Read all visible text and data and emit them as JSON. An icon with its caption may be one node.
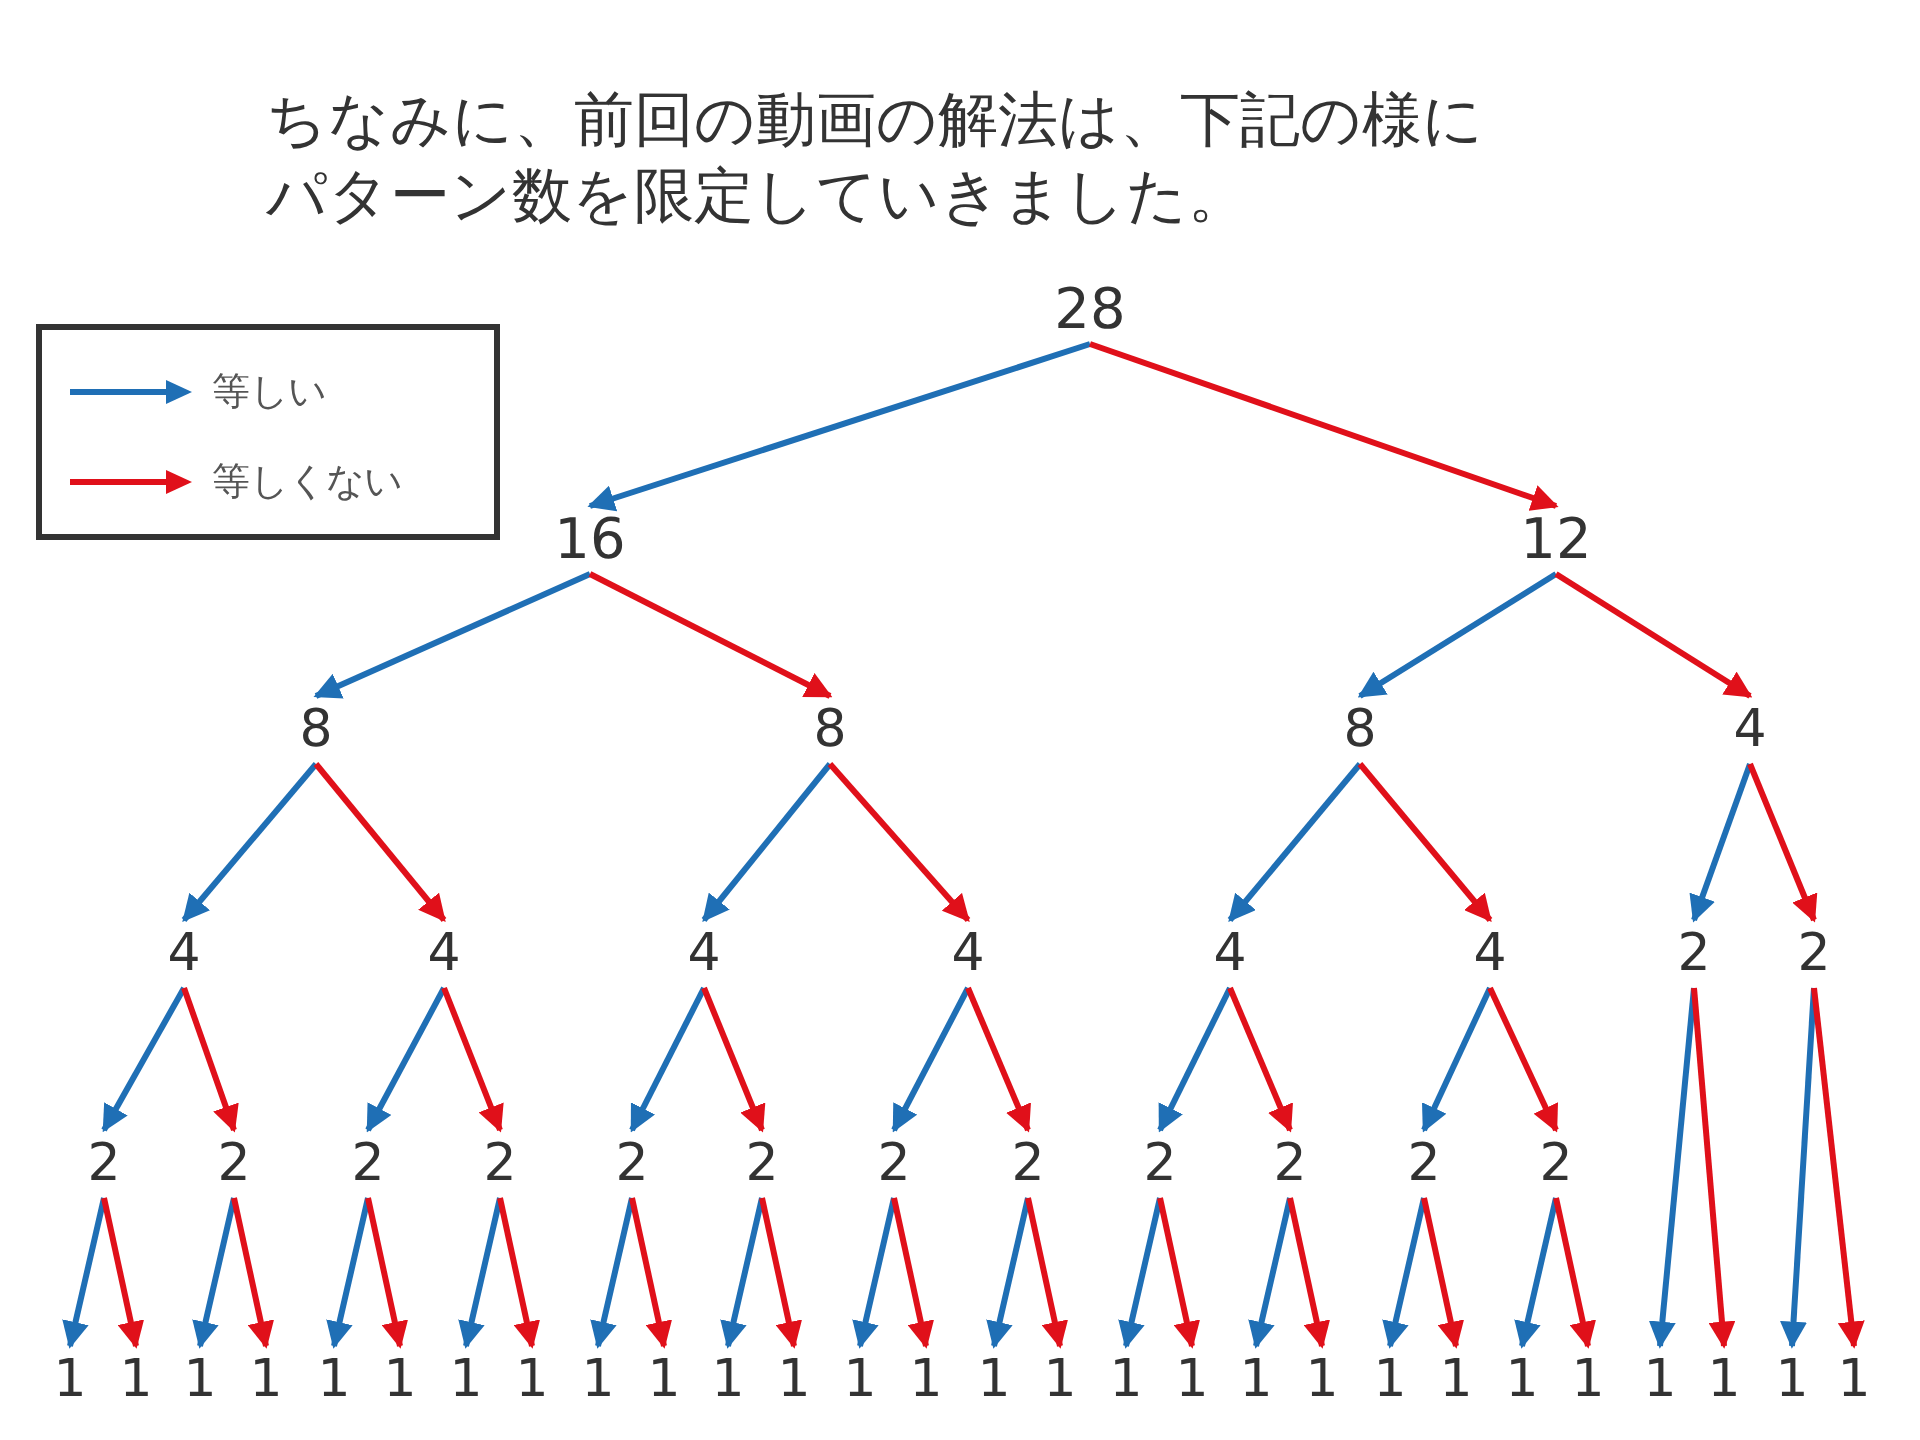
{
  "diagram": {
    "title": "ちなみに、前回の動画の解法は、下記の様にパターン数を限定していきました。",
    "nodes": [
      {
        "text": [
          "28"
        ]
      },
      {
        "text": [
          "16"
        ]
      },
      {
        "text": [
          "12"
        ]
      },
      {
        "text": [
          "8"
        ]
      },
      {
        "text": [
          "8"
        ]
      },
      {
        "text": [
          "8"
        ]
      },
      {
        "text": [
          "4"
        ]
      },
      {
        "text": [
          "4"
        ]
      },
      {
        "text": [
          "4"
        ]
      },
      {
        "text": [
          "4"
        ]
      },
      {
        "text": [
          "4"
        ]
      },
      {
        "text": [
          "4"
        ]
      },
      {
        "text": [
          "4"
        ]
      },
      {
        "text": [
          "2"
        ]
      },
      {
        "text": [
          "2"
        ]
      },
      {
        "text": [
          "2"
        ]
      },
      {
        "text": [
          "2"
        ]
      },
      {
        "text": [
          "2"
        ]
      },
      {
        "text": [
          "2"
        ]
      },
      {
        "text": [
          "2"
        ]
      },
      {
        "text": [
          "2"
        ]
      },
      {
        "text": [
          "2"
        ]
      },
      {
        "text": [
          "2"
        ]
      },
      {
        "text": [
          "2"
        ]
      },
      {
        "text": [
          "2"
        ]
      },
      {
        "text": [
          "2"
        ]
      },
      {
        "text": [
          "2"
        ]
      },
      {
        "text": [
          "1"
        ]
      },
      {
        "text": [
          "1"
        ]
      },
      {
        "text": [
          "1"
        ]
      },
      {
        "text": [
          "1"
        ]
      },
      {
        "text": [
          "1"
        ]
      },
      {
        "text": [
          "1"
        ]
      },
      {
        "text": [
          "1"
        ]
      },
      {
        "text": [
          "1"
        ]
      },
      {
        "text": [
          "1"
        ]
      },
      {
        "text": [
          "1"
        ]
      },
      {
        "text": [
          "1"
        ]
      },
      {
        "text": [
          "1"
        ]
      },
      {
        "text": [
          "1"
        ]
      },
      {
        "text": [
          "1"
        ]
      },
      {
        "text": [
          "1"
        ]
      },
      {
        "text": [
          "1"
        ]
      },
      {
        "text": [
          "1"
        ]
      },
      {
        "text": [
          "1"
        ]
      },
      {
        "text": [
          "1"
        ]
      },
      {
        "text": [
          "1"
        ]
      },
      {
        "text": [
          "1"
        ]
      },
      {
        "text": [
          "1"
        ]
      },
      {
        "text": [
          "1"
        ]
      },
      {
        "text": [
          "1"
        ]
      },
      {
        "text": [
          "1"
        ]
      },
      {
        "text": [
          "1"
        ]
      },
      {
        "text": [
          "1"
        ]
      },
      {
        "text": [
          "1"
        ]
      }
    ],
    "edges": [
      {
        "from": 0,
        "to": 1,
        "arrow": "to",
        "color": "#1f6fb5"
      },
      {
        "from": 0,
        "to": 2,
        "arrow": "to",
        "color": "#e0101a"
      },
      {
        "from": 1,
        "to": 3,
        "arrow": "to",
        "color": "#1f6fb5"
      },
      {
        "from": 1,
        "to": 4,
        "arrow": "to",
        "color": "#e0101a"
      },
      {
        "from": 2,
        "to": 5,
        "arrow": "to",
        "color": "#1f6fb5"
      },
      {
        "from": 2,
        "to": 6,
        "arrow": "to",
        "color": "#e0101a"
      },
      {
        "from": 3,
        "to": 7,
        "arrow": "to",
        "color": "#1f6fb5"
      },
      {
        "from": 3,
        "to": 8,
        "arrow": "to",
        "color": "#e0101a"
      },
      {
        "from": 4,
        "to": 9,
        "arrow": "to",
        "color": "#1f6fb5"
      },
      {
        "from": 4,
        "to": 10,
        "arrow": "to",
        "color": "#e0101a"
      },
      {
        "from": 5,
        "to": 11,
        "arrow": "to",
        "color": "#1f6fb5"
      },
      {
        "from": 5,
        "to": 12,
        "arrow": "to",
        "color": "#e0101a"
      },
      {
        "from": 6,
        "to": 13,
        "arrow": "to",
        "color": "#1f6fb5"
      },
      {
        "from": 6,
        "to": 14,
        "arrow": "to",
        "color": "#e0101a"
      },
      {
        "from": 7,
        "to": 15,
        "arrow": "to",
        "color": "#1f6fb5"
      },
      {
        "from": 7,
        "to": 16,
        "arrow": "to",
        "color": "#e0101a"
      },
      {
        "from": 8,
        "to": 17,
        "arrow": "to",
        "color": "#1f6fb5"
      },
      {
        "from": 8,
        "to": 18,
        "arrow": "to",
        "color": "#e0101a"
      },
      {
        "from": 9,
        "to": 19,
        "arrow": "to",
        "color": "#1f6fb5"
      },
      {
        "from": 9,
        "to": 20,
        "arrow": "to",
        "color": "#e0101a"
      },
      {
        "from": 10,
        "to": 21,
        "arrow": "to",
        "color": "#1f6fb5"
      },
      {
        "from": 10,
        "to": 22,
        "arrow": "to",
        "color": "#e0101a"
      },
      {
        "from": 11,
        "to": 23,
        "arrow": "to",
        "color": "#1f6fb5"
      },
      {
        "from": 11,
        "to": 24,
        "arrow": "to",
        "color": "#e0101a"
      },
      {
        "from": 12,
        "to": 25,
        "arrow": "to",
        "color": "#1f6fb5"
      },
      {
        "from": 12,
        "to": 26,
        "arrow": "to",
        "color": "#e0101a"
      },
      {
        "from": 15,
        "to": 27,
        "arrow": "to",
        "color": "#1f6fb5"
      },
      {
        "from": 15,
        "to": 28,
        "arrow": "to",
        "color": "#e0101a"
      },
      {
        "from": 16,
        "to": 29,
        "arrow": "to",
        "color": "#1f6fb5"
      },
      {
        "from": 16,
        "to": 30,
        "arrow": "to",
        "color": "#e0101a"
      },
      {
        "from": 17,
        "to": 31,
        "arrow": "to",
        "color": "#1f6fb5"
      },
      {
        "from": 17,
        "to": 32,
        "arrow": "to",
        "color": "#e0101a"
      },
      {
        "from": 18,
        "to": 33,
        "arrow": "to",
        "color": "#1f6fb5"
      },
      {
        "from": 18,
        "to": 34,
        "arrow": "to",
        "color": "#e0101a"
      },
      {
        "from": 19,
        "to": 35,
        "arrow": "to",
        "color": "#1f6fb5"
      },
      {
        "from": 19,
        "to": 36,
        "arrow": "to",
        "color": "#e0101a"
      },
      {
        "from": 20,
        "to": 37,
        "arrow": "to",
        "color": "#1f6fb5"
      },
      {
        "from": 20,
        "to": 38,
        "arrow": "to",
        "color": "#e0101a"
      },
      {
        "from": 21,
        "to": 39,
        "arrow": "to",
        "color": "#1f6fb5"
      },
      {
        "from": 21,
        "to": 40,
        "arrow": "to",
        "color": "#e0101a"
      },
      {
        "from": 22,
        "to": 41,
        "arrow": "to",
        "color": "#1f6fb5"
      },
      {
        "from": 22,
        "to": 42,
        "arrow": "to",
        "color": "#e0101a"
      },
      {
        "from": 23,
        "to": 43,
        "arrow": "to",
        "color": "#1f6fb5"
      },
      {
        "from": 23,
        "to": 44,
        "arrow": "to",
        "color": "#e0101a"
      },
      {
        "from": 24,
        "to": 45,
        "arrow": "to",
        "color": "#1f6fb5"
      },
      {
        "from": 24,
        "to": 46,
        "arrow": "to",
        "color": "#e0101a"
      },
      {
        "from": 25,
        "to": 47,
        "arrow": "to",
        "color": "#1f6fb5"
      },
      {
        "from": 25,
        "to": 48,
        "arrow": "to",
        "color": "#e0101a"
      },
      {
        "from": 26,
        "to": 49,
        "arrow": "to",
        "color": "#1f6fb5"
      },
      {
        "from": 26,
        "to": 50,
        "arrow": "to",
        "color": "#e0101a"
      },
      {
        "from": 13,
        "to": 51,
        "arrow": "to",
        "color": "#1f6fb5"
      },
      {
        "from": 13,
        "to": 52,
        "arrow": "to",
        "color": "#e0101a"
      },
      {
        "from": 14,
        "to": 53,
        "arrow": "to",
        "color": "#1f6fb5"
      },
      {
        "from": 14,
        "to": 54,
        "arrow": "to",
        "color": "#e0101a"
      }
    ],
    "legend": [
      {
        "text": "等しい"
      },
      {
        "text": "等しくない"
      }
    ]
  }
}
